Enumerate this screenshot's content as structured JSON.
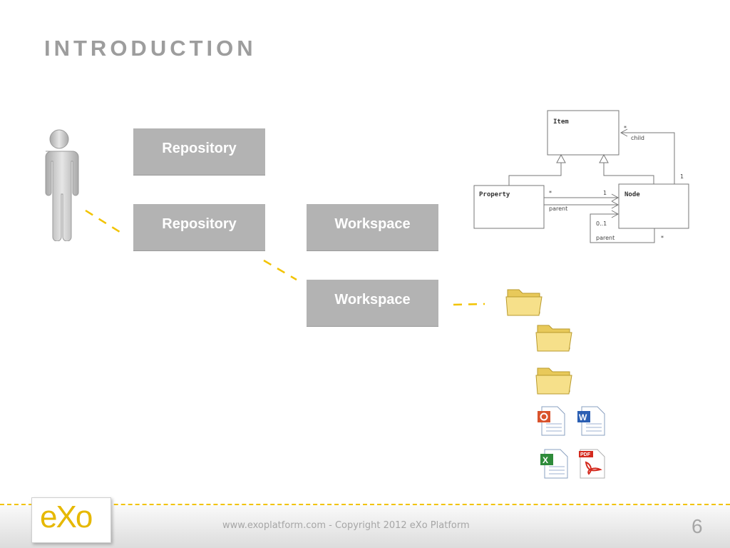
{
  "slide": {
    "title": "INTRODUCTION",
    "page_number": "6"
  },
  "boxes": {
    "repository_1": "Repository",
    "repository_2": "Repository",
    "workspace_1": "Workspace",
    "workspace_2": "Workspace"
  },
  "uml": {
    "item": "Item",
    "property": "Property",
    "node": "Node",
    "child_label": "child",
    "child_mult": "*",
    "child_one": "1",
    "parent_label": "parent",
    "parent_mult_star": "*",
    "parent_mult_one": "1",
    "self_label": "parent",
    "self_range": "0..1",
    "self_star": "*"
  },
  "footer": {
    "text": "www.exoplatform.com - Copyright 2012 eXo Platform",
    "logo": "eXo"
  },
  "colors": {
    "box_gray": "#b3b3b3",
    "title_gray": "#9d9d9d",
    "connector_yellow": "#f2c300"
  }
}
